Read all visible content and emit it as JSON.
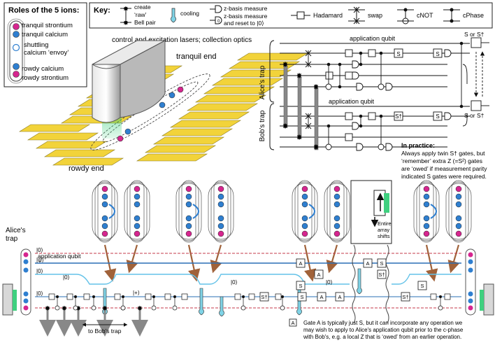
{
  "roles_box": {
    "title": "Roles of the 5 ions:",
    "items": [
      "tranquil strontium",
      "tranquil calcium",
      "shuttling",
      "calcium ‘envoy’",
      "rowdy calcium",
      "rowdy strontium"
    ]
  },
  "key": {
    "title": "Key:",
    "create": "create",
    "raw": "‘raw’",
    "bell_pair": "Bell pair",
    "cooling": "cooling",
    "zmeasure": "z-basis measure",
    "zmeasure_reset_1": "z-basis measure",
    "zmeasure_reset_2": "and reset to |0⟩",
    "hadamard": "Hadamard",
    "swap": "swap",
    "cnot": "cNOT",
    "cphase": "cPhase"
  },
  "trap_fig": {
    "optics_label": "control and excitation lasers; collection optics",
    "tranquil_end": "tranquil end",
    "rowdy_end": "rowdy end"
  },
  "circuit_top": {
    "alice_trap": "Alice's trap",
    "bob_trap": "Bob's trap",
    "app_qubit_1": "application qubit",
    "app_qubit_2": "application qubit",
    "s_gate": "S",
    "sdag_gate": "S†",
    "s_or_sdag": "S or S†",
    "in_practice_title": "In practice:",
    "in_practice_lines": [
      "Always apply twin S† gates, but",
      "‘remember’ extra Z (=S²) gates",
      "are ‘owed’ if measurement parity",
      "indicated S gates were required."
    ]
  },
  "bottom": {
    "alice_trap_1": "Alice's",
    "alice_trap_2": "trap",
    "ket0": "|0⟩",
    "ketpsi": "|ψ⟩",
    "ketplus": "|+⟩",
    "app_qubit": "application qubit",
    "entire_1": "Entire",
    "entire_2": "array",
    "entire_3": "shifts",
    "to_bob": "to Bob's trap",
    "gate_a": "A",
    "gate_s": "S",
    "gate_sdag": "S†",
    "note_lines": [
      "Gate A is typically just S, but it can incorporate any operation we",
      "may wish to apply to Alice's application qubit prior to the c-phase",
      "with Bob's, e.g. a local Z that is ‘owed’ from an earlier operation."
    ]
  },
  "colors": {
    "strontium": "#d6268f",
    "calcium": "#2f7fd0",
    "envoy": "#63c2e8",
    "cooling": "#7fd3e6",
    "gold": "#f2d33a",
    "arrow_brown": "#a0623a",
    "app_line": "#2a6fb6",
    "red_line": "#c43a4a",
    "green_laser": "#3fd07f"
  }
}
